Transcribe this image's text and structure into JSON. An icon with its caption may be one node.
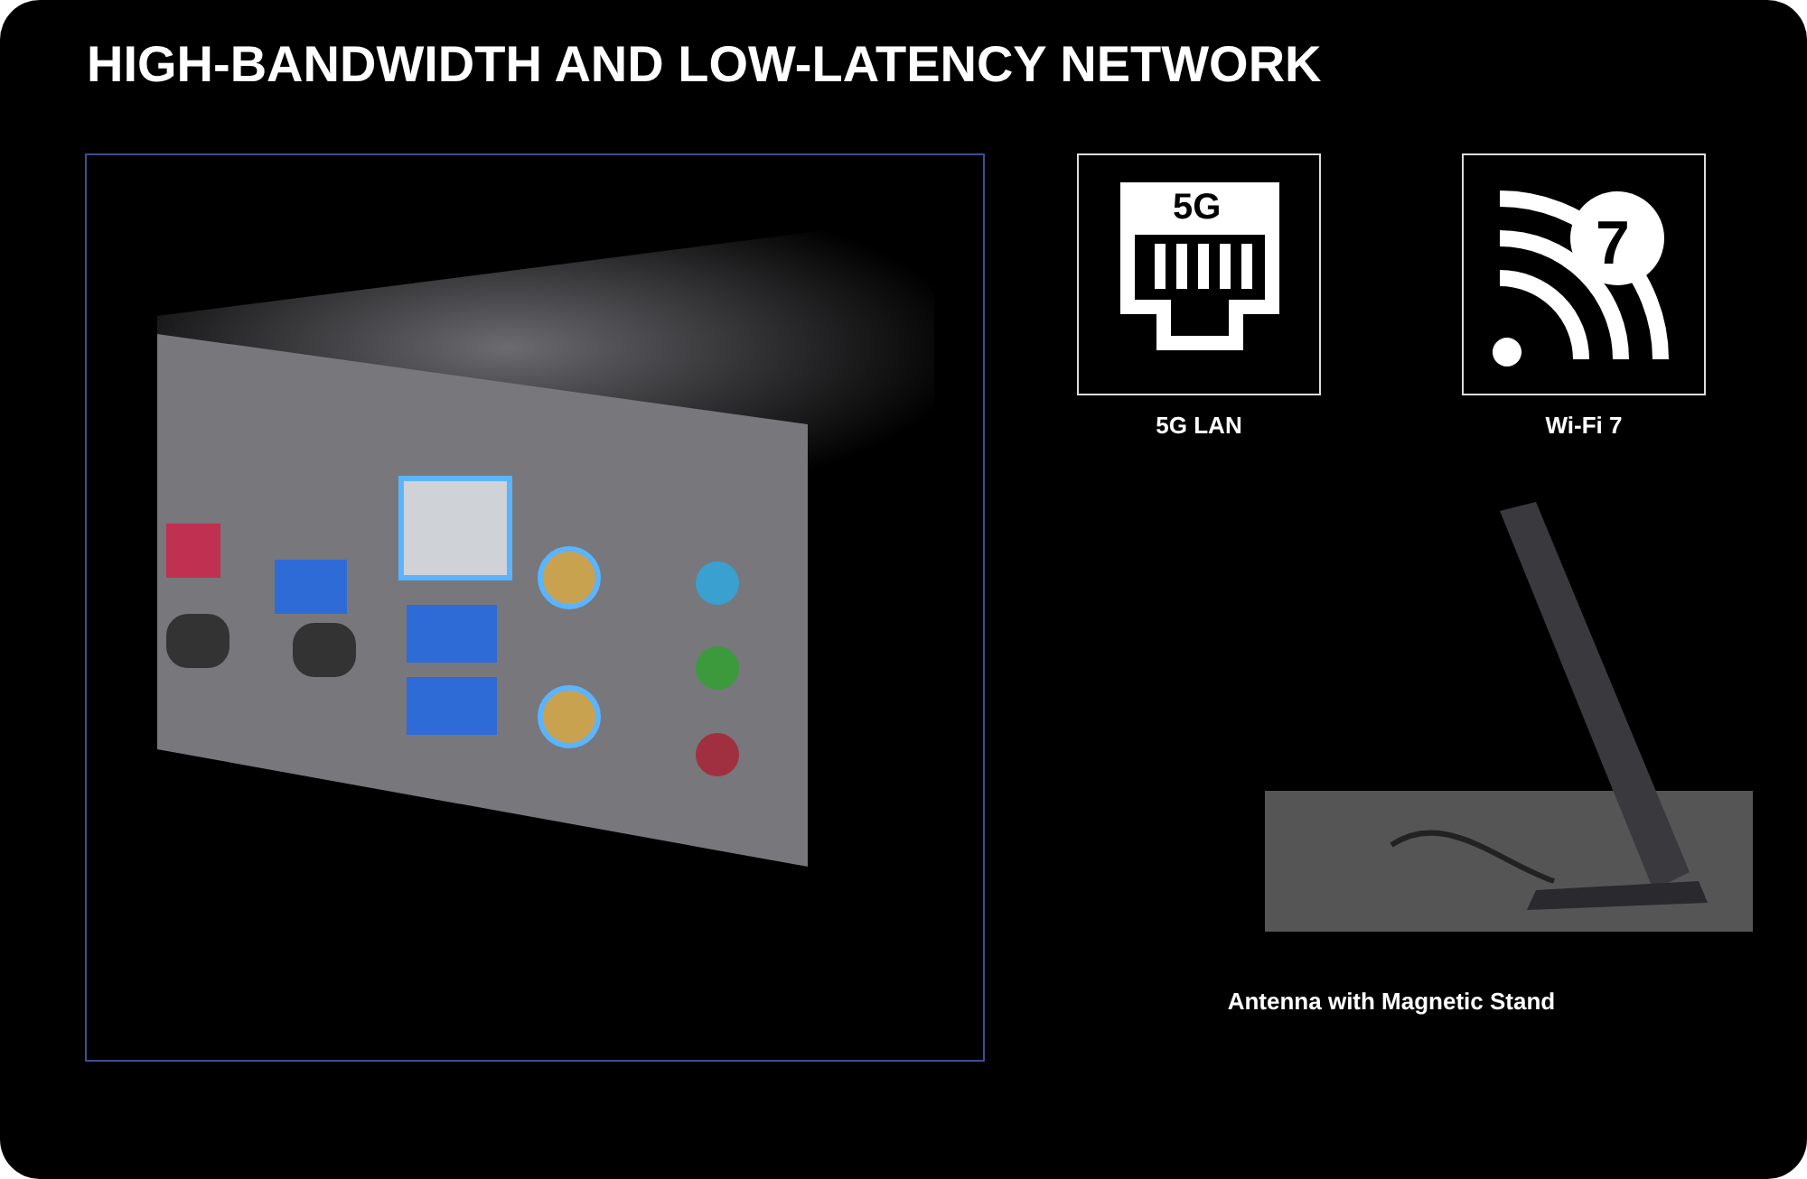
{
  "diagram": {
    "title": "HIGH-BANDWIDTH AND LOW-LATENCY NETWORK",
    "nodes": [
      {
        "text": [
          "5G"
        ],
        "beside": [
          "5G LAN"
        ]
      },
      {
        "text": [
          "7"
        ],
        "beside": [
          "Wi-Fi 7"
        ]
      }
    ],
    "labels": [
      "Antenna with Magnetic Stand"
    ]
  }
}
